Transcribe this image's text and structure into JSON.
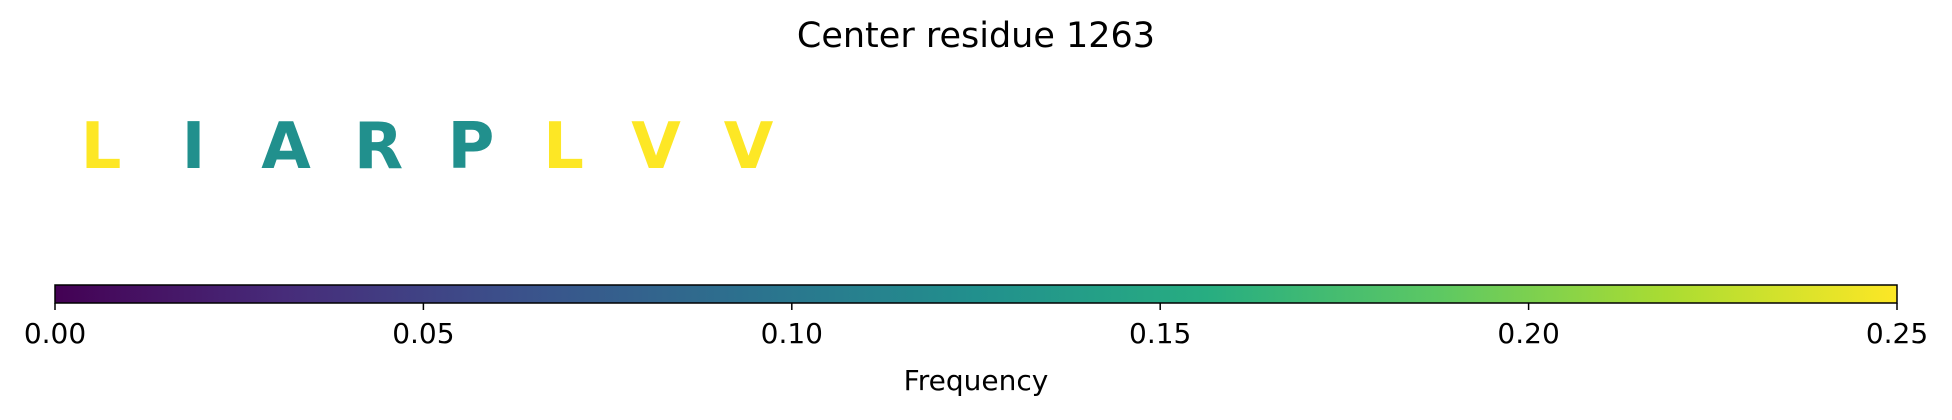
{
  "chart_data": {
    "type": "heatmap",
    "title": "Center residue 1263",
    "residues": [
      {
        "letter": "L",
        "value": 0.25
      },
      {
        "letter": "I",
        "value": 0.125
      },
      {
        "letter": "A",
        "value": 0.125
      },
      {
        "letter": "R",
        "value": 0.125
      },
      {
        "letter": "P",
        "value": 0.125
      },
      {
        "letter": "L",
        "value": 0.25
      },
      {
        "letter": "V",
        "value": 0.25
      },
      {
        "letter": "V",
        "value": 0.25
      }
    ],
    "colorbar": {
      "label": "Frequency",
      "range": [
        0,
        0.25
      ],
      "ticks": [
        0.0,
        0.05,
        0.1,
        0.15,
        0.2,
        0.25
      ],
      "tick_labels": [
        "0.00",
        "0.05",
        "0.10",
        "0.15",
        "0.20",
        "0.25"
      ],
      "colormap": "viridis",
      "orientation": "horizontal"
    }
  }
}
